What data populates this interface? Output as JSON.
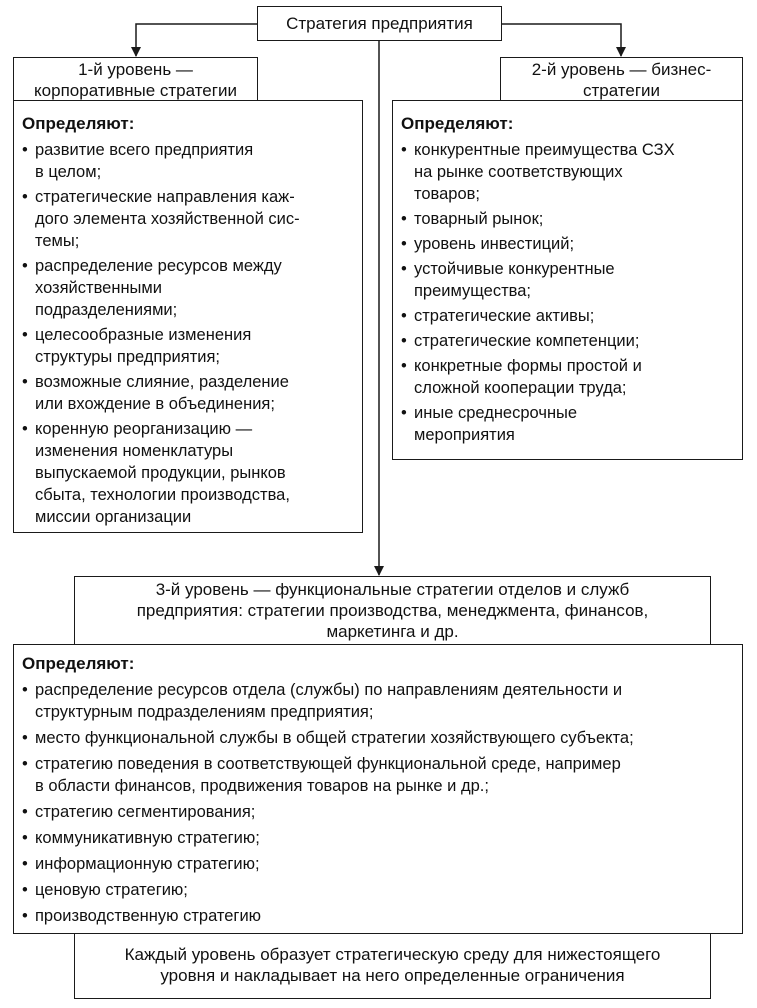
{
  "top": {
    "title": "Стратегия предприятия"
  },
  "level1": {
    "head_lines": [
      "1-й уровень —",
      "корпоративные стратегии"
    ],
    "heading": "Определяют:",
    "items": [
      [
        "развитие всего предприятия",
        "в целом;"
      ],
      [
        "стратегические направления каж-",
        "дого элемента хозяйственной сис-",
        "темы;"
      ],
      [
        "распределение ресурсов между",
        "хозяйственными",
        "подразделениями;"
      ],
      [
        "целесообразные изменения",
        "структуры предприятия;"
      ],
      [
        "возможные слияние, разделение",
        "или вхождение в объединения;"
      ],
      [
        "коренную реорганизацию —",
        "изменения номенклатуры",
        "выпускаемой продукции, рынков",
        "сбыта, технологии производства,",
        "миссии организации"
      ]
    ]
  },
  "level2": {
    "head_lines": [
      "2-й уровень — бизнес-",
      "стратегии"
    ],
    "heading": "Определяют:",
    "items": [
      [
        "конкурентные преимущества СЗХ",
        "на рынке соответствующих",
        "товаров;"
      ],
      [
        "товарный рынок;"
      ],
      [
        "уровень инвестиций;"
      ],
      [
        "устойчивые конкурентные",
        "преимущества;"
      ],
      [
        "стратегические активы;"
      ],
      [
        "стратегические компетенции;"
      ],
      [
        "конкретные формы простой и",
        "сложной кооперации труда;"
      ],
      [
        "иные среднесрочные",
        "мероприятия"
      ]
    ]
  },
  "level3": {
    "head_lines": [
      "3-й уровень — функциональные стратегии отделов и служб",
      "предприятия: стратегии производства, менеджмента, финансов,",
      "маркетинга и др."
    ],
    "heading": "Определяют:",
    "items": [
      [
        "распределение ресурсов отдела (службы) по направлениям деятельности и",
        "структурным подразделениям предприятия;"
      ],
      [
        "место функциональной службы в общей стратегии хозяйствующего субъекта;"
      ],
      [
        "стратегию поведения в соответствующей функциональной среде, например",
        "в области финансов, продвижения товаров на рынке и др.;"
      ],
      [
        "стратегию сегментирования;"
      ],
      [
        "коммуникативную стратегию;"
      ],
      [
        "информационную стратегию;"
      ],
      [
        "ценовую стратегию;"
      ],
      [
        "производственную стратегию"
      ]
    ]
  },
  "note": {
    "lines": [
      "Каждый уровень образует стратегическую среду для нижестоящего",
      "уровня и накладывает на него определенные ограничения"
    ]
  },
  "colors": {
    "line": "#1a1a1a",
    "background": "#ffffff"
  }
}
